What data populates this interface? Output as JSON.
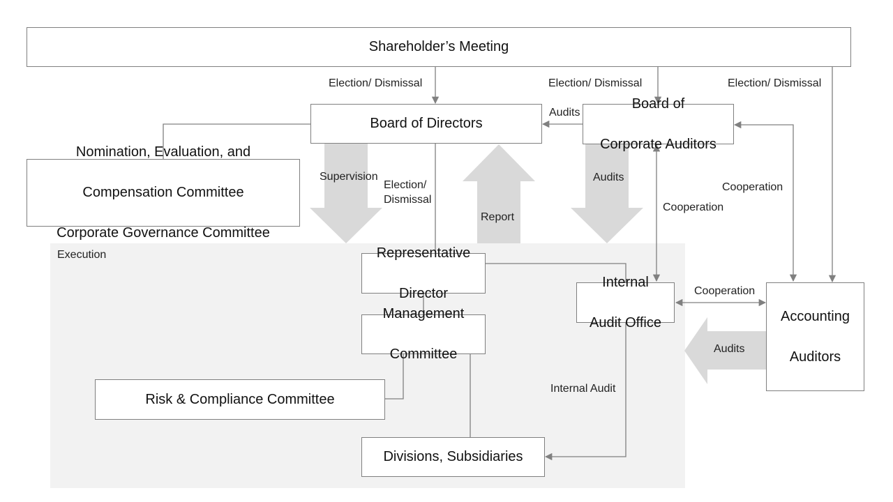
{
  "boxes": {
    "shareholders_meeting": "Shareholder’s Meeting",
    "board_of_directors": "Board of Directors",
    "board_of_corporate_auditors": [
      "Board of",
      "Corporate Auditors"
    ],
    "committees": [
      "Nomination, Evaluation, and",
      "Compensation Committee",
      "Corporate Governance Committee"
    ],
    "representative_director": [
      "Representative",
      "Director"
    ],
    "management_committee": [
      "Management",
      "Committee"
    ],
    "risk_compliance_committee": "Risk & Compliance Committee",
    "divisions_subsidiaries": "Divisions, Subsidiaries",
    "internal_audit_office": [
      "Internal",
      "Audit Office"
    ],
    "accounting_auditors": [
      "Accounting",
      "Auditors"
    ]
  },
  "labels": {
    "execution": "Execution",
    "election_dismissal_1": "Election/ Dismissal",
    "election_dismissal_2": "Election/ Dismissal",
    "election_dismissal_3": "Election/ Dismissal",
    "audits_small": "Audits",
    "supervision": "Supervision",
    "election_dismissal_4": [
      "Election/",
      "Dismissal"
    ],
    "report": "Report",
    "audits_big": "Audits",
    "cooperation_1": "Cooperation",
    "cooperation_2": "Cooperation",
    "cooperation_3": "Cooperation",
    "audits_accounting": "Audits",
    "internal_audit": "Internal Audit"
  },
  "colors": {
    "box_border": "#7f7f7f",
    "line": "#808080",
    "big_arrow": "#d9d9d9",
    "execution_bg": "#f2f2f2"
  }
}
